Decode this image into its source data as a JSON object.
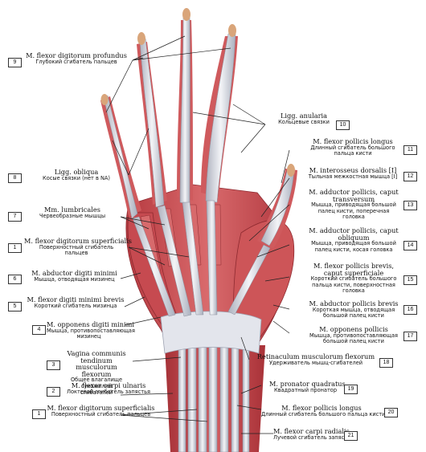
{
  "labels": [
    {
      "num": "9",
      "lat": "M. flexor digitorum profundus",
      "rus": [
        "Глубокий сгибатель пальцев"
      ]
    },
    {
      "num": "8",
      "lat": "Ligg. obliqua",
      "rus": [
        "Косые связки (нет в NA)"
      ]
    },
    {
      "num": "7",
      "lat": "Mm. lumbricales",
      "rus": [
        "Червеобразные мышцы"
      ]
    },
    {
      "num": "1",
      "lat": "M. flexor digitorum superficialis",
      "rus": [
        "Поверхностный сгибатель",
        "пальцев"
      ]
    },
    {
      "num": "6",
      "lat": "M. abductor digiti minimi",
      "rus": [
        "Мышца, отводящая мизинец"
      ]
    },
    {
      "num": "5",
      "lat": "M. flexor digiti minimi brevis",
      "rus": [
        "Короткий сгибатель мизинца"
      ]
    },
    {
      "num": "4",
      "lat": "M. opponens digiti minimi",
      "rus": [
        "Мышца, противопоставляющая",
        "мизинец"
      ]
    },
    {
      "num": "3",
      "lat": "Vagina communis tendinum musculorum flexorum",
      "rus": [
        "Общее влагалище сухожилий",
        "сгибателей"
      ]
    },
    {
      "num": "2",
      "lat": "M. flexor carpi ulnaris",
      "rus": [
        "Локтевой сгибатель запястья"
      ]
    },
    {
      "num": "1",
      "lat": "M. flexor digitorum superficialis",
      "rus": [
        "Поверхностный сгибатель пальцев"
      ]
    },
    {
      "num": "10",
      "lat": "Ligg. anularia",
      "rus": [
        "Кольцевые связки"
      ]
    },
    {
      "num": "11",
      "lat": "M. flexor pollicis longus",
      "rus": [
        "Длинный сгибатель большого",
        "пальца кисти"
      ]
    },
    {
      "num": "12",
      "lat": "M. interosseus dorsalis [I]",
      "rus": [
        "Тыльная межкостная мышца [I]"
      ]
    },
    {
      "num": "13",
      "lat": "M. adductor pollicis, caput transversum",
      "rus": [
        "Мышца, приводящая большой палец кисти, поперечная головка"
      ]
    },
    {
      "num": "14",
      "lat": "M. adductor pollicis, caput obliquum",
      "rus": [
        "Мышца, приводящая большой палец кисти, косая головка"
      ]
    },
    {
      "num": "15",
      "lat": "M. flexor pollicis brevis, caput superficiale",
      "rus": [
        "Короткий сгибатель большого пальца кисти, поверхностная головка"
      ]
    },
    {
      "num": "16",
      "lat": "M. abductor pollicis brevis",
      "rus": [
        "Короткая мышца, отводящая большой палец кисти"
      ]
    },
    {
      "num": "17",
      "lat": "M. opponens pollicis",
      "rus": [
        "Мышца, противопоставляющая большой палец кисти"
      ]
    },
    {
      "num": "18",
      "lat": "Retinaculum musculorum flexorum",
      "rus": [
        "Удерживатель мышц-сгибателей"
      ]
    },
    {
      "num": "19",
      "lat": "M. pronator quadratus",
      "rus": [
        "Квадратный пронатор"
      ]
    },
    {
      "num": "20",
      "lat": "M. flexor pollicis longus",
      "rus": [
        "Длинный сгибатель большого пальца кисти"
      ]
    },
    {
      "num": "21",
      "lat": "M. flexor carpi radialis",
      "rus": [
        "Лучевой сгибатель запястья"
      ]
    }
  ],
  "colors": {
    "muscle": "#c8494e",
    "muscle_light": "#e08a8c",
    "tendon": "#e7e9ee",
    "tendon_shade": "#b8bcc8",
    "bone": "#d9a57a",
    "line": "#222222"
  }
}
